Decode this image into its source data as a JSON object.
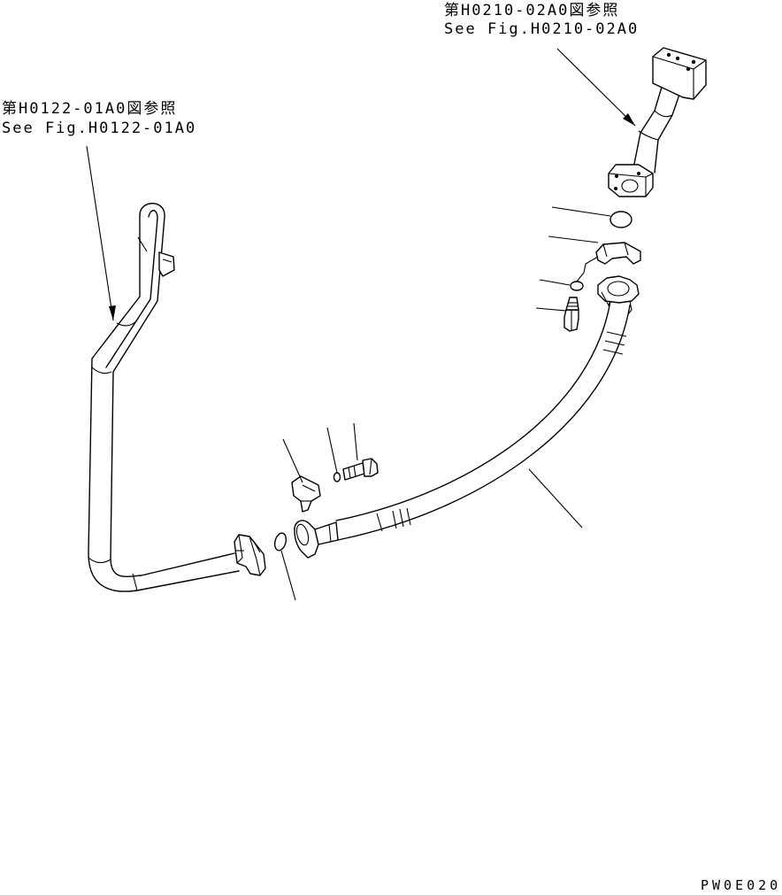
{
  "references": {
    "top_right": {
      "jp": "第H0210-02A0図参照",
      "en": "See Fig.H0210-02A0"
    },
    "top_left": {
      "jp": "第H0122-01A0図参照",
      "en": "See Fig.H0122-01A0"
    }
  },
  "drawing_code": "PW0E020"
}
